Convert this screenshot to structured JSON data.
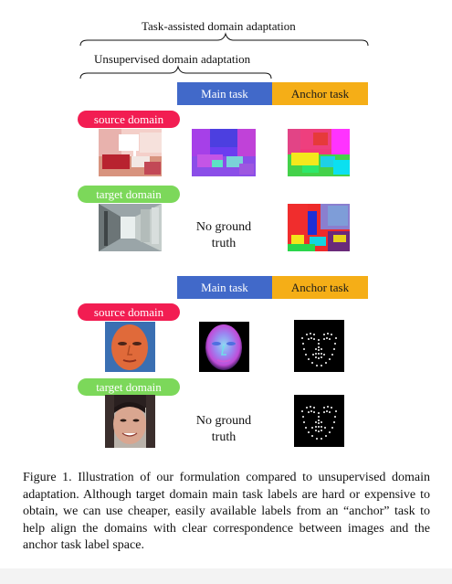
{
  "braces": {
    "outer_label": "Task-assisted domain adaptation",
    "inner_label": "Unsupervised domain adaptation"
  },
  "panel_top": {
    "main_task": "Main task",
    "anchor_task": "Anchor task",
    "source_pill": "source domain",
    "target_pill": "target domain",
    "no_gt_line1": "No ground",
    "no_gt_line2": "truth"
  },
  "panel_bottom": {
    "main_task": "Main task",
    "anchor_task": "Anchor task",
    "source_pill": "source domain",
    "target_pill": "target domain",
    "no_gt_line1": "No ground",
    "no_gt_line2": "truth"
  },
  "caption": "Figure 1. Illustration of our formulation compared to unsupervised domain adaptation. Although target domain main task labels are hard or expensive to obtain, we can use cheaper, easily available labels from an “anchor” task to help align the domains with clear correspondence between images and the anchor task label space.",
  "colors": {
    "main_task": "#4169c9",
    "anchor_task": "#f5ae17",
    "source_pill": "#f21d52",
    "target_pill": "#7cd85a"
  }
}
